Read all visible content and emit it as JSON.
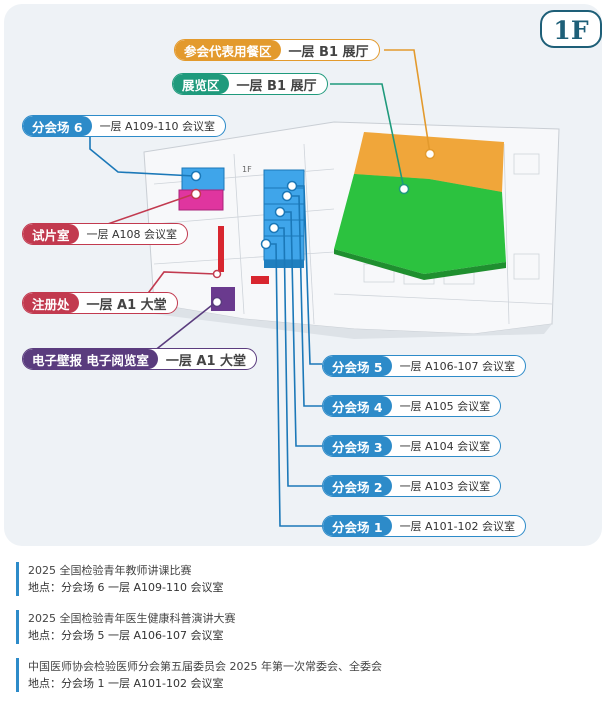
{
  "floor": "1F",
  "labels": {
    "catering": {
      "tag": "参会代表用餐区",
      "loc": "一层 B1 展厅"
    },
    "exhibit": {
      "tag": "展览区",
      "loc": "一层 B1 展厅"
    },
    "room6": {
      "tag": "分会场 6",
      "loc": "一层 A109-110 会议室"
    },
    "screening": {
      "tag": "试片室",
      "loc": "一层 A108 会议室"
    },
    "register": {
      "tag": "注册处",
      "loc": "一层 A1 大堂"
    },
    "eposter": {
      "tag": "电子壁报  电子阅览室",
      "loc": "一层 A1 大堂"
    },
    "room5": {
      "tag": "分会场 5",
      "loc": "一层 A106-107 会议室"
    },
    "room4": {
      "tag": "分会场 4",
      "loc": "一层 A105 会议室"
    },
    "room3": {
      "tag": "分会场 3",
      "loc": "一层 A104 会议室"
    },
    "room2": {
      "tag": "分会场 2",
      "loc": "一层 A103 会议室"
    },
    "room1": {
      "tag": "分会场 1",
      "loc": "一层 A101-102 会议室"
    }
  },
  "map_floor_text": "1F",
  "colors": {
    "orange": "#e39a2d",
    "green": "#22b53a",
    "blue": "#2d8bc9",
    "magenta": "#d6339a",
    "red": "#d8262f",
    "purple": "#6a3a8e"
  },
  "events": [
    {
      "name": "2025 全国检验青年教师讲课比赛",
      "loc": "地点：分会场 6 一层 A109-110 会议室"
    },
    {
      "name": "2025 全国检验青年医生健康科普演讲大赛",
      "loc": "地点：分会场 5 一层 A106-107 会议室"
    },
    {
      "name": "中国医师协会检验医师分会第五届委员会 2025 年第一次常委会、全委会",
      "loc": "地点：分会场 1 一层 A101-102 会议室"
    }
  ]
}
